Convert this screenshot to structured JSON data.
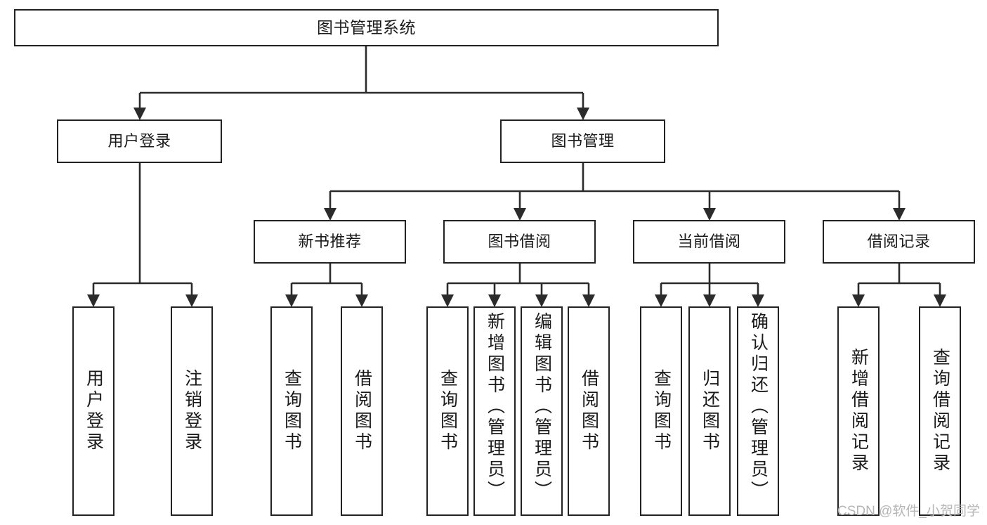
{
  "diagram": {
    "type": "tree",
    "title": "图书管理系统",
    "orientation": "top-down",
    "colors": {
      "box_stroke": "#222222",
      "box_fill": "#ffffff",
      "edge": "#2b2b2b",
      "text": "#1a1a1a",
      "watermark": "#b6b6b6"
    },
    "root": {
      "label": "图书管理系统"
    },
    "level2": [
      {
        "label": "用户登录"
      },
      {
        "label": "图书管理"
      }
    ],
    "level3": [
      {
        "label": "新书推荐"
      },
      {
        "label": "图书借阅"
      },
      {
        "label": "当前借阅"
      },
      {
        "label": "借阅记录"
      }
    ],
    "leaves": {
      "user_login": [
        {
          "label": "用户登录"
        },
        {
          "label": "注销登录"
        }
      ],
      "new_book_recommend": [
        {
          "label": "查询图书"
        },
        {
          "label": "借阅图书"
        }
      ],
      "book_borrow": [
        {
          "label": "查询图书"
        },
        {
          "label": "新增图书（管理员）"
        },
        {
          "label": "编辑图书（管理员）"
        },
        {
          "label": "借阅图书"
        }
      ],
      "current_borrow": [
        {
          "label": "查询图书"
        },
        {
          "label": "归还图书"
        },
        {
          "label": "确认归还（管理员）"
        }
      ],
      "borrow_record": [
        {
          "label": "新增借阅记录"
        },
        {
          "label": "查询借阅记录"
        }
      ]
    },
    "watermark": "CSDN @软件_小贺同学"
  }
}
